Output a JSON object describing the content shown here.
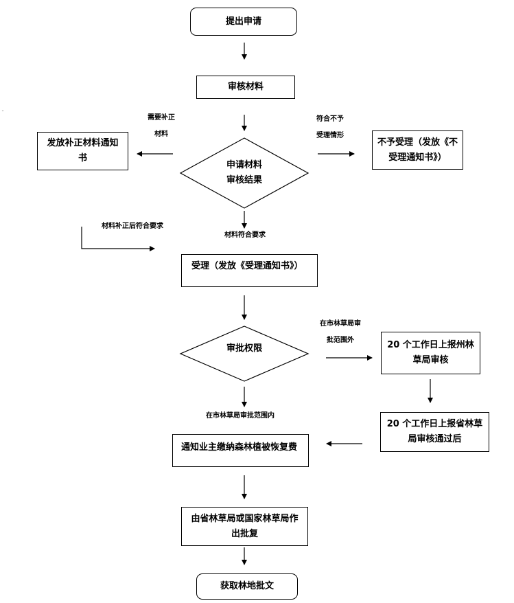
{
  "nodes": {
    "start": "提出申请",
    "review_materials": "审核材料",
    "review_result": [
      "申请材料",
      "审核结果"
    ],
    "supplement_notice": [
      "发放补正材料通知",
      "书"
    ],
    "reject": [
      "不予受理（发放《不",
      "受理通知书》）"
    ],
    "accept": "受理（发放《受理通知书》）",
    "approval_authority": "审批权限",
    "report_prefecture": [
      "20 个工作日上报州林",
      "草局审核"
    ],
    "report_province": [
      "20 个工作日上报省林草",
      "局审核通过后"
    ],
    "notify_fee": "通知业主缴纳森林植被恢复费",
    "province_reply": [
      "由省林草局或国家林草局作",
      "出批复"
    ],
    "end": "获取林地批文"
  },
  "edge_labels": {
    "need_supplement": [
      "需要补正",
      "材料"
    ],
    "not_acceptable": [
      "符合不予",
      "受理情形"
    ],
    "materials_ok": "材料符合要求",
    "after_supplement": "材料补正后符合要求",
    "outside_city": [
      "在市林草局审",
      "批范围外"
    ],
    "within_city": "在市林草局审批范围内"
  }
}
